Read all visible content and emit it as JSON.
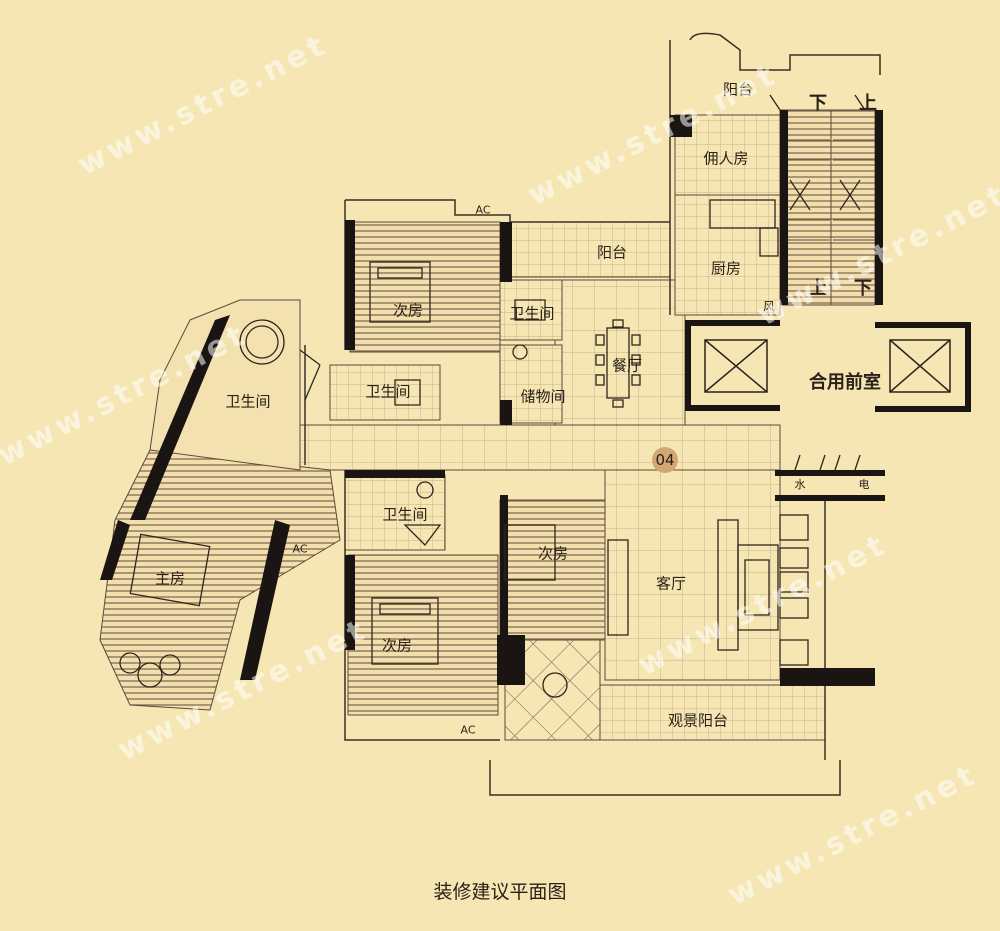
{
  "caption": "装修建议平面图",
  "unit_number": "04",
  "rooms": {
    "balcony_top": "阳台",
    "maid_room": "佣人房",
    "kitchen": "厨房",
    "balcony_mid": "阳台",
    "dining": "餐厅",
    "bathroom_small": "卫生间",
    "storage": "储物间",
    "bedroom_nw": "次房",
    "bathroom_mid": "卫生间",
    "master_bath": "卫生间",
    "master_bedroom": "主房",
    "bathroom_lower": "卫生间",
    "bedroom_sw": "次房",
    "bedroom_center": "次房",
    "living": "客厅",
    "view_balcony": "观景阳台",
    "shared_lobby": "合用前室"
  },
  "marks": {
    "ac_top": "AC",
    "ac_mid": "AC",
    "ac_bottom": "AC",
    "stair_down_1": "下",
    "stair_up_1": "上",
    "stair_up_2": "上",
    "stair_down_2": "下",
    "wind": "风",
    "water": "水",
    "electric": "电"
  },
  "watermark": "www.stre.net",
  "colors": {
    "paper": "#f6e6b4",
    "wall": "#1a1512",
    "line": "#5a4a3a",
    "stripe": "#8a7560"
  }
}
